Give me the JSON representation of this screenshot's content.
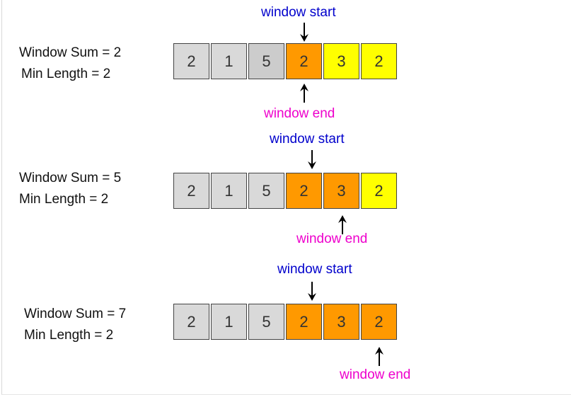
{
  "steps": [
    {
      "sum_text": "Window Sum = 2",
      "min_text": "Min Length = 2",
      "cells": [
        "2",
        "1",
        "5",
        "2",
        "3",
        "2"
      ],
      "start_label": "window start",
      "end_label": "window end"
    },
    {
      "sum_text": "Window Sum = 5",
      "min_text": "Min Length = 2",
      "cells": [
        "2",
        "1",
        "5",
        "2",
        "3",
        "2"
      ],
      "start_label": "window start",
      "end_label": "window end"
    },
    {
      "sum_text": "Window Sum = 7",
      "min_text": "Min Length = 2",
      "cells": [
        "2",
        "1",
        "5",
        "2",
        "3",
        "2"
      ],
      "start_label": "window start",
      "end_label": "window end"
    }
  ],
  "colors": {
    "outside": "#d9d9d9",
    "in_window": "#ff9900",
    "pending": "#ffff00",
    "start_label": "#0000cc",
    "end_label": "#ee00cc"
  }
}
